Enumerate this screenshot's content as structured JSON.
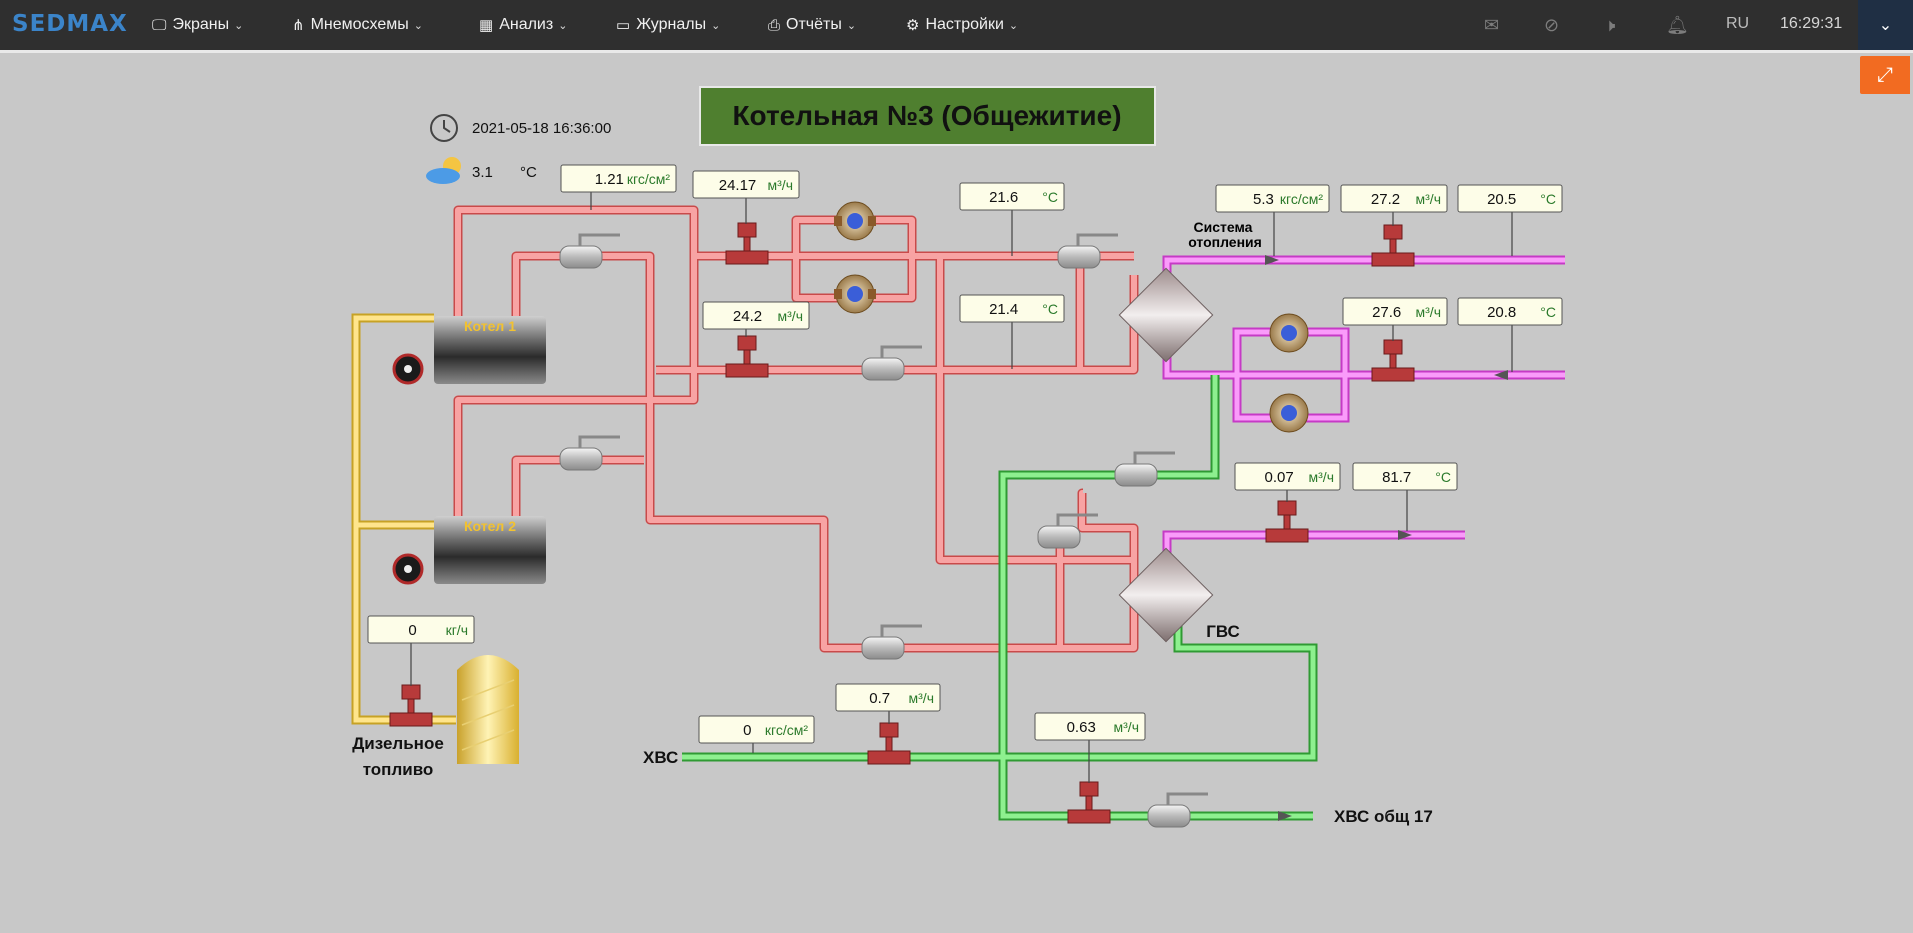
{
  "topbar": {
    "brand": "SEDMAX",
    "menu": [
      {
        "label": "Экраны",
        "icon": "monitor-icon"
      },
      {
        "label": "Мнемосхемы",
        "icon": "sitemap-icon"
      },
      {
        "label": "Анализ",
        "icon": "table-icon"
      },
      {
        "label": "Журналы",
        "icon": "folder-icon"
      },
      {
        "label": "Отчёты",
        "icon": "printer-icon"
      },
      {
        "label": "Настройки",
        "icon": "gears-icon"
      }
    ],
    "language": "RU",
    "time": "16:29:31"
  },
  "scheme": {
    "title": "Котельная №3 (Общежитие)",
    "datetime": "2021-05-18 16:36:00",
    "outdoor_temp": "3.1",
    "outdoor_temp_unit": "°C",
    "boiler1": "Котел 1",
    "boiler2": "Котел 2",
    "fuel_label_1": "Дизельное",
    "fuel_label_2": "топливо",
    "heating_label_1": "Система",
    "heating_label_2": "отопления",
    "hot_water_label": "ГВС",
    "cold_water_label": "ХВС",
    "cold_water_out_label": "ХВС общ 17",
    "readouts": {
      "boiler_pressure": {
        "value": "1.21",
        "unit": "кгс/см²"
      },
      "flow_supply": {
        "value": "24.17",
        "unit": "м³/ч"
      },
      "flow_return": {
        "value": "24.2",
        "unit": "м³/ч"
      },
      "temp_supply_primary": {
        "value": "21.6",
        "unit": "°C"
      },
      "temp_return_primary": {
        "value": "21.4",
        "unit": "°C"
      },
      "heating_pressure": {
        "value": "5.3",
        "unit": "кгс/см²"
      },
      "heating_flow_out": {
        "value": "27.2",
        "unit": "м³/ч"
      },
      "heating_temp_out": {
        "value": "20.5",
        "unit": "°C"
      },
      "heating_flow_return": {
        "value": "27.6",
        "unit": "м³/ч"
      },
      "heating_temp_return": {
        "value": "20.8",
        "unit": "°C"
      },
      "hot_water_flow": {
        "value": "0.07",
        "unit": "м³/ч"
      },
      "hot_water_temp": {
        "value": "81.7",
        "unit": "°C"
      },
      "fuel_flow": {
        "value": "0",
        "unit": "кг/ч"
      },
      "cold_water_pressure": {
        "value": "0",
        "unit": "кгс/см²"
      },
      "cold_water_flow": {
        "value": "0.7",
        "unit": "м³/ч"
      },
      "cold_water_out_flow": {
        "value": "0.63",
        "unit": "м³/ч"
      }
    }
  },
  "colors": {
    "boiler_pipe": "#f47e7e",
    "heating_pipe": "#f070f0",
    "cold_pipe": "#56d05a",
    "fuel_pipe": "#e9c64d",
    "title_bg": "#4f7f2f"
  }
}
